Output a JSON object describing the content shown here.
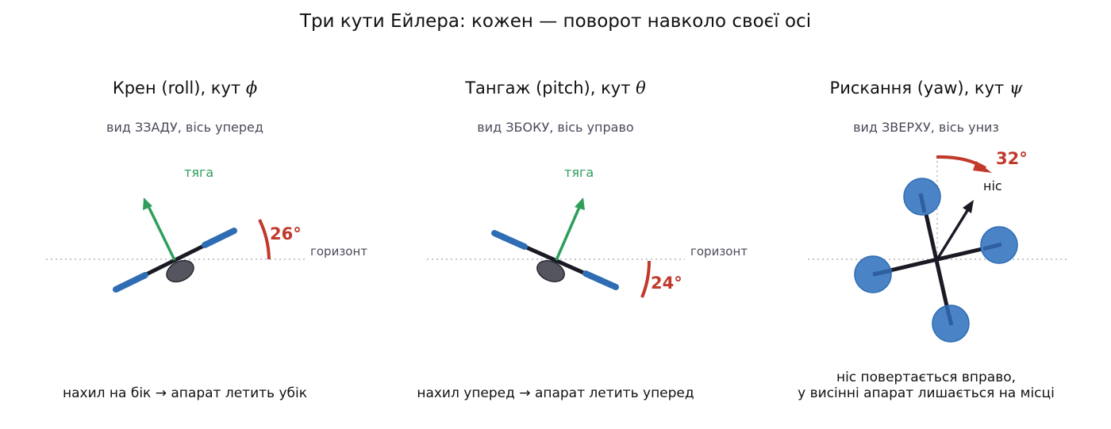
{
  "title": "Три кути Ейлера: кожен — поворот навколо своєї осі",
  "colors": {
    "arm_blue": "#2e6db4",
    "thrust_green": "#2e9e5b",
    "angle_red": "#c0392b",
    "frame_dark": "#1a1a24",
    "horizon_gray": "#c7c7cf",
    "motor_blue": "#4a84c6",
    "body_gray": "#555560"
  },
  "panels": [
    {
      "title_text": "Крен (roll), кут",
      "symbol": "ϕ",
      "subtitle": "вид ЗЗАДУ, вісь уперед",
      "thrust_label": "тяга",
      "angle_label": "26°",
      "angle_deg": 26,
      "horizon_label": "горизонт",
      "caption": "нахил на бік → апарат летить убік"
    },
    {
      "title_text": "Тангаж (pitch), кут",
      "symbol": "θ",
      "subtitle": "вид ЗБОКУ, вісь управо",
      "thrust_label": "тяга",
      "angle_label": "24°",
      "angle_deg": 24,
      "horizon_label": "горизонт",
      "caption": "нахил уперед → апарат летить уперед"
    },
    {
      "title_text": "Рискання (yaw), кут",
      "symbol": "ψ",
      "subtitle": "вид ЗВЕРХУ, вісь униз",
      "nose_label": "ніс",
      "angle_label": "32°",
      "angle_deg": 32,
      "caption_line1": "ніс повертається вправо,",
      "caption_line2": "у висінні апарат лишається на місці"
    }
  ]
}
